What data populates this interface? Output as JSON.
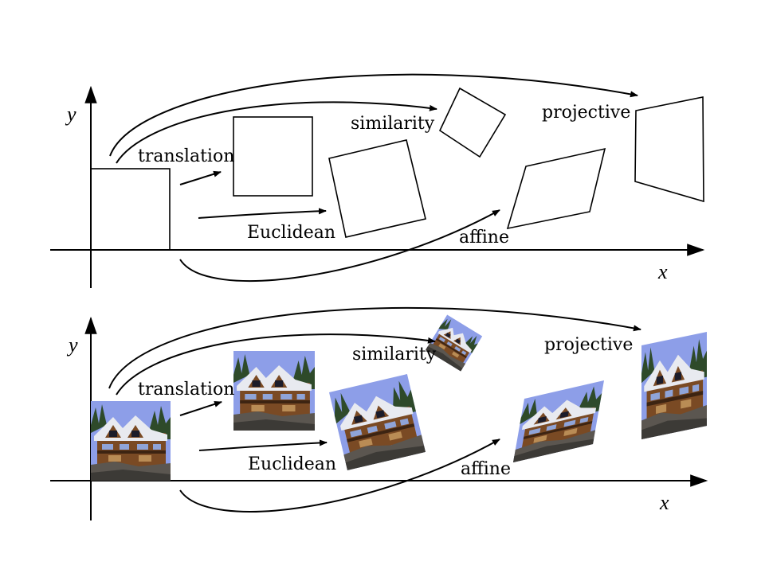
{
  "axes": {
    "x_label": "x",
    "y_label": "y"
  },
  "labels": {
    "translation": "translation",
    "euclidean": "Euclidean",
    "similarity": "similarity",
    "affine": "affine",
    "projective": "projective"
  },
  "colors": {
    "sky": "#8d9ee8",
    "roof": "#e8eaf0",
    "wall": "#7a4a24",
    "dark_wood": "#3d2412",
    "trees": "#2e4a2a",
    "ground": "#5b5650",
    "window": "#1b1c2a"
  },
  "photo_subject": "house-photo"
}
